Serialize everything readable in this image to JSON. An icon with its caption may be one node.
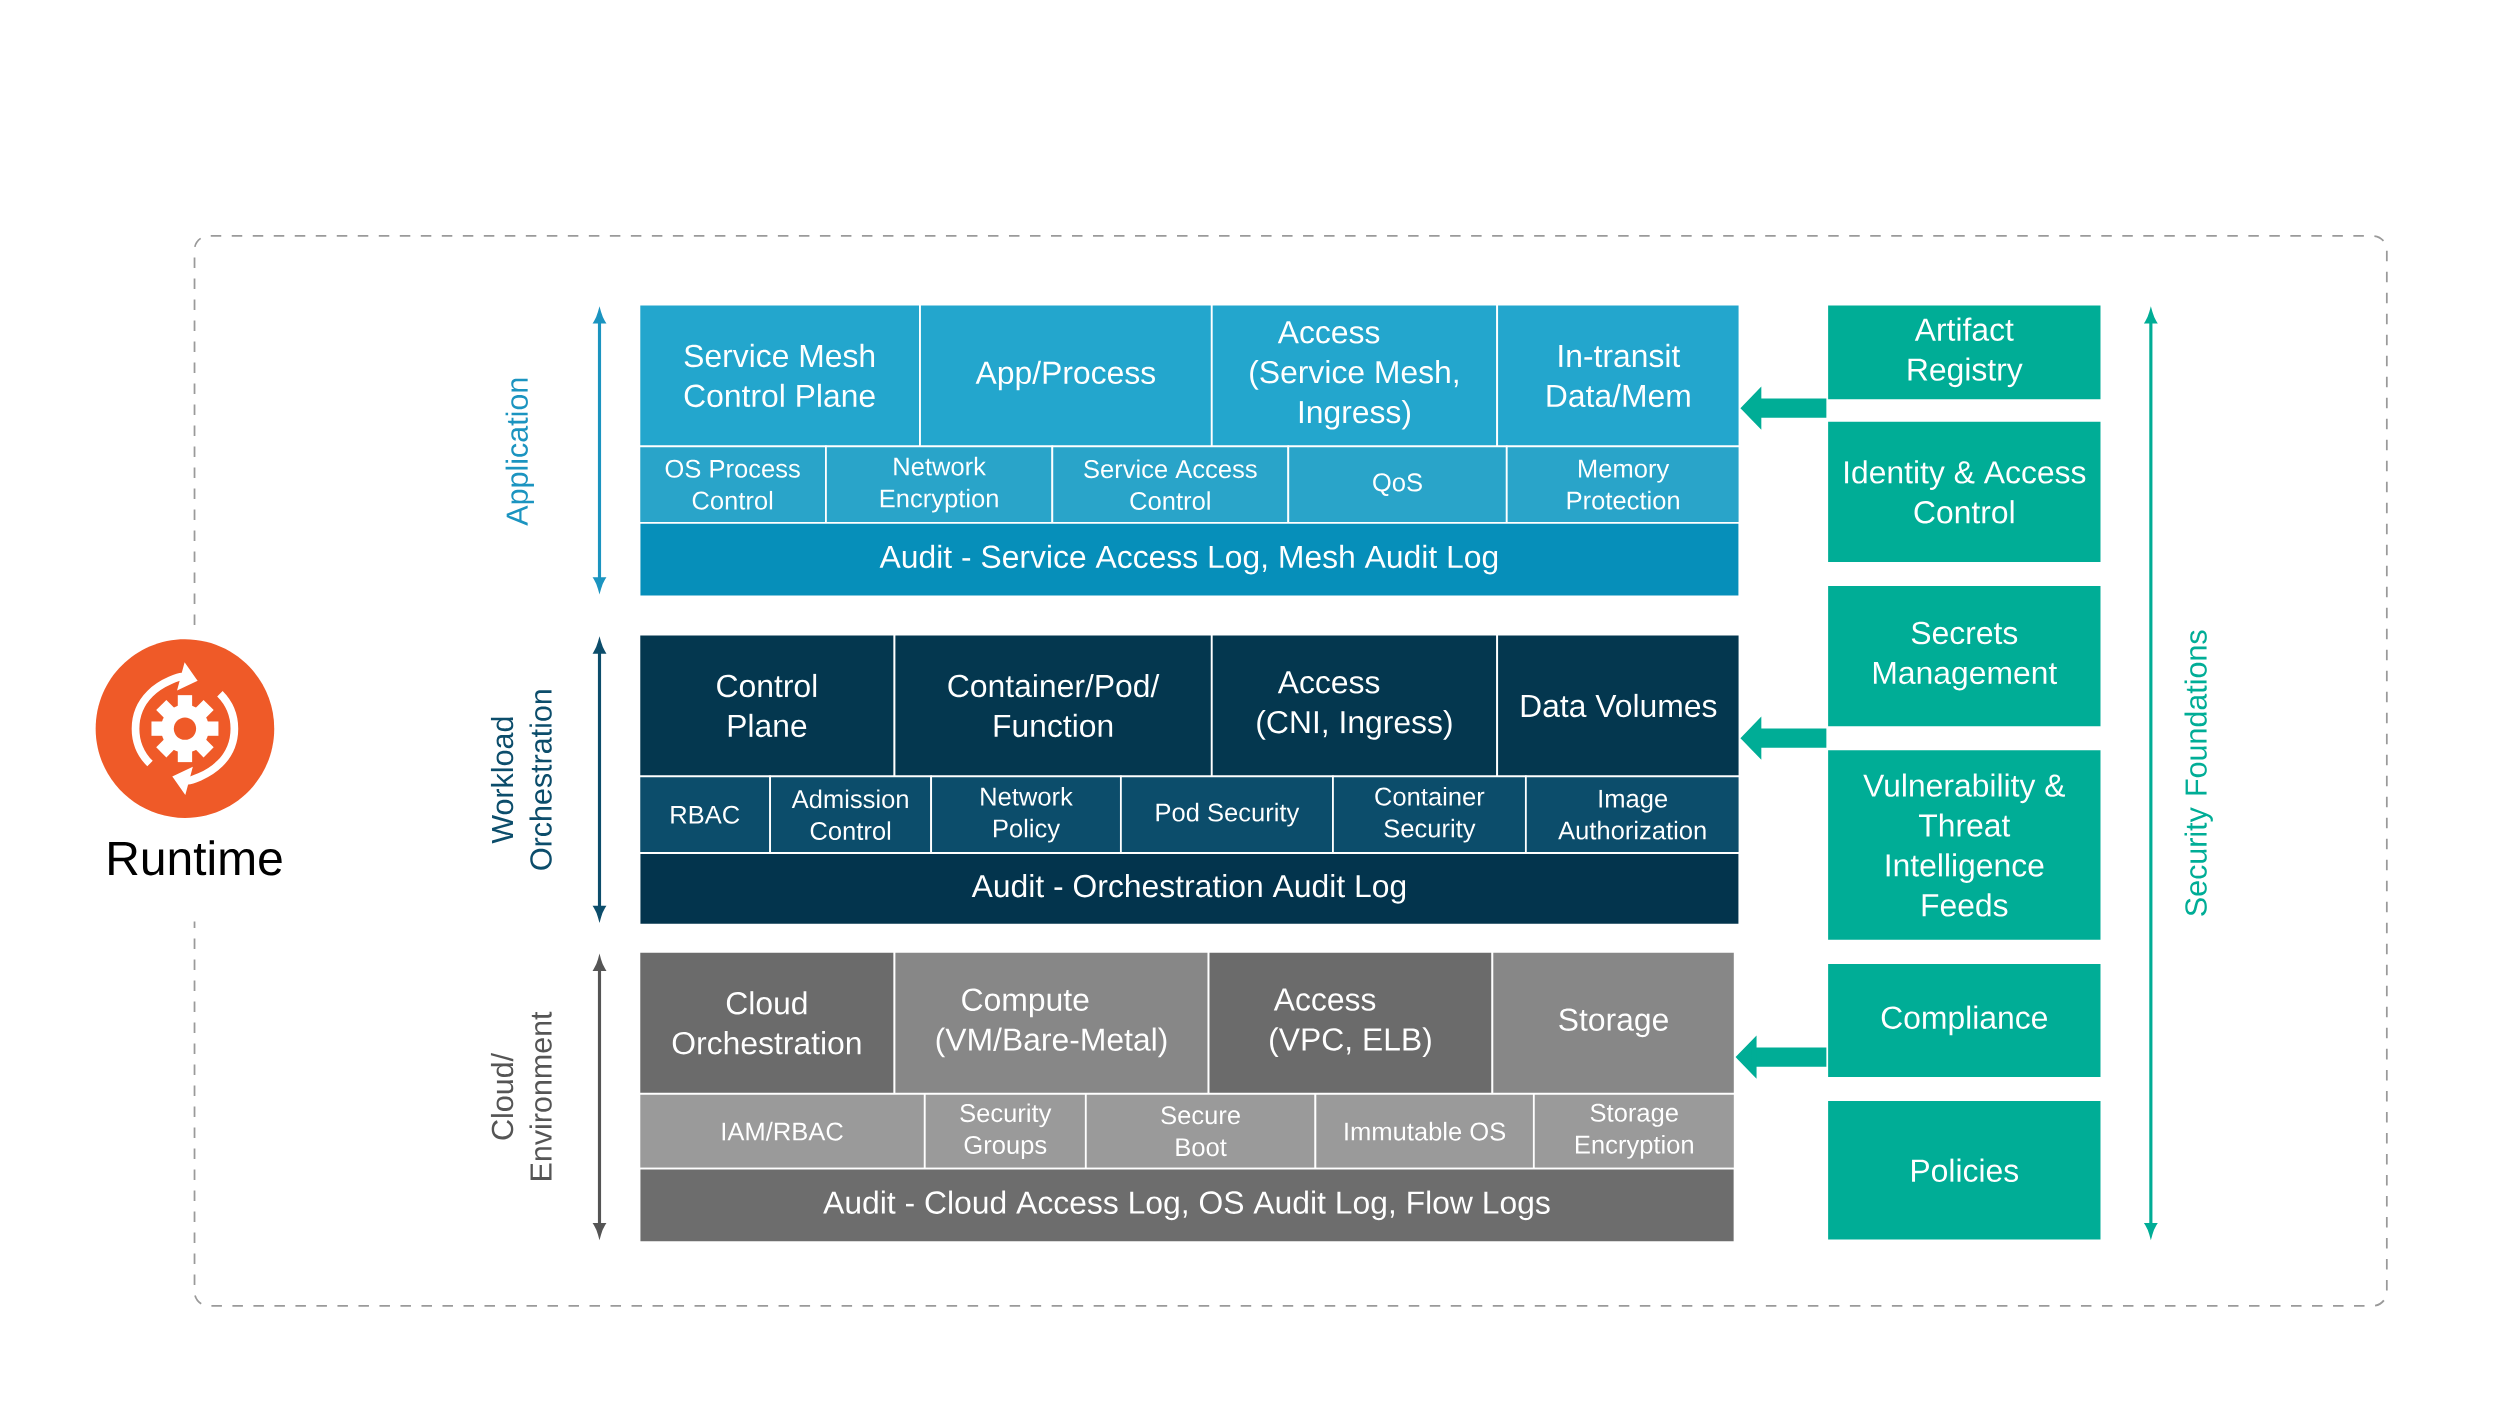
{
  "diagram": {
    "nodes": [
      {
        "text": [
          "Runtime"
        ]
      },
      {
        "text": [
          "Service Mesh Control Plane"
        ]
      },
      {
        "text": [
          "App/Process"
        ]
      },
      {
        "text": [
          "Access (Service Mesh, Ingress)"
        ]
      },
      {
        "text": [
          "In-transit Data/Mem"
        ]
      },
      {
        "text": [
          "OS Process Control"
        ]
      },
      {
        "text": [
          "Network Encryption"
        ]
      },
      {
        "text": [
          "Service Access Control"
        ]
      },
      {
        "text": [
          "QoS"
        ]
      },
      {
        "text": [
          "Memory Protection"
        ]
      },
      {
        "text": [
          "Audit - Service Access Log, Mesh Audit Log"
        ]
      },
      {
        "text": [
          "Control Plane"
        ]
      },
      {
        "text": [
          "Container/Pod/ Function"
        ]
      },
      {
        "text": [
          "Access (CNI, Ingress)"
        ]
      },
      {
        "text": [
          "Data Volumes"
        ]
      },
      {
        "text": [
          "RBAC"
        ]
      },
      {
        "text": [
          "Admission Control"
        ]
      },
      {
        "text": [
          "Network Policy"
        ]
      },
      {
        "text": [
          "Pod Security"
        ]
      },
      {
        "text": [
          "Container Security"
        ]
      },
      {
        "text": [
          "Image Authorization"
        ]
      },
      {
        "text": [
          "Audit - Orchestration Audit Log"
        ]
      },
      {
        "text": [
          "Cloud Orchestration"
        ]
      },
      {
        "text": [
          "Compute (VM/Bare-Metal)"
        ]
      },
      {
        "text": [
          "Access (VPC, ELB)"
        ]
      },
      {
        "text": [
          "Storage"
        ]
      },
      {
        "text": [
          "IAM/RBAC"
        ]
      },
      {
        "text": [
          "Security Groups"
        ]
      },
      {
        "text": [
          "Secure Boot"
        ]
      },
      {
        "text": [
          "Immutable OS"
        ]
      },
      {
        "text": [
          "Storage Encryption"
        ]
      },
      {
        "text": [
          "Audit - Cloud Access Log, OS Audit Log, Flow Logs"
        ]
      },
      {
        "text": [
          "Artifact Registry"
        ]
      },
      {
        "text": [
          "Identity & Access Control"
        ]
      },
      {
        "text": [
          "Secrets Management"
        ]
      },
      {
        "text": [
          "Vulnerability & Threat Intelligence Feeds"
        ]
      },
      {
        "text": [
          "Compliance"
        ]
      },
      {
        "text": [
          "Policies"
        ]
      }
    ],
    "edges": [
      {
        "from": 32,
        "to": 4,
        "arrow": "to"
      },
      {
        "from": 34,
        "to": 14,
        "arrow": "to"
      },
      {
        "from": 36,
        "to": 25,
        "arrow": "to"
      }
    ],
    "labels": [
      "Application",
      "Workload Orchestration",
      "Cloud/ Environment",
      "Security Foundations"
    ]
  }
}
